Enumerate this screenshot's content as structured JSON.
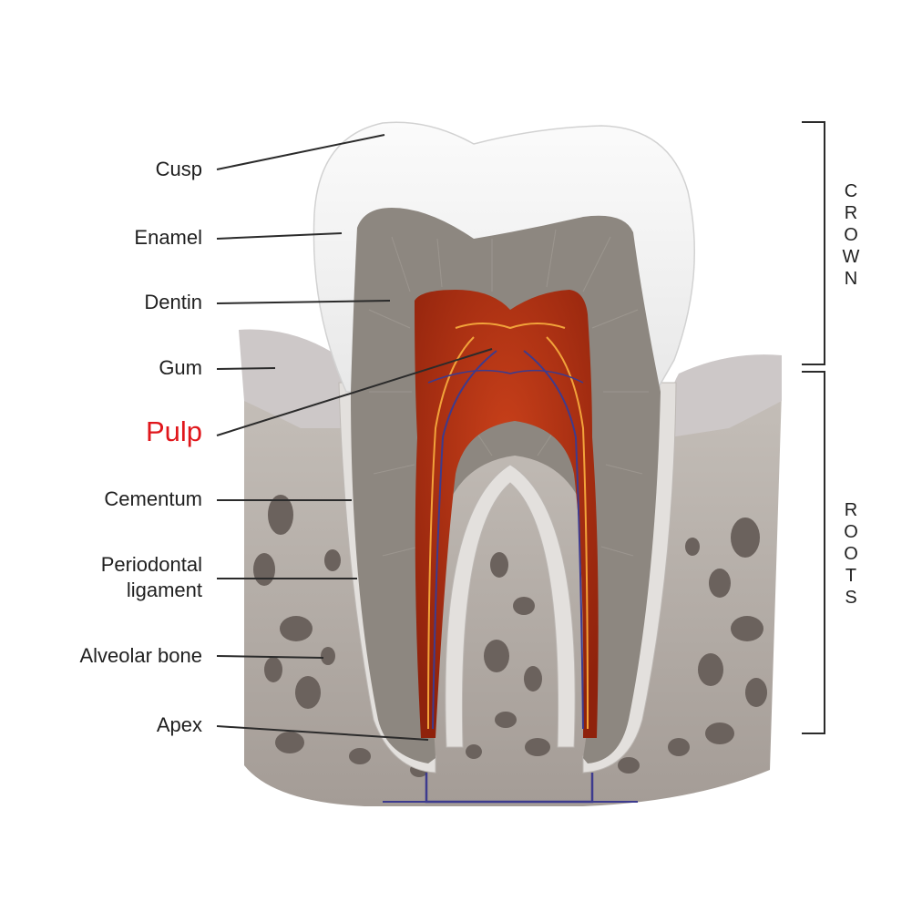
{
  "labels": {
    "cusp": "Cusp",
    "enamel": "Enamel",
    "dentin": "Dentin",
    "gum": "Gum",
    "pulp": "Pulp",
    "cementum": "Cementum",
    "periodontal_1": "Periodontal",
    "periodontal_2": "ligament",
    "alveolar_bone": "Alveolar bone",
    "apex": "Apex"
  },
  "regions": {
    "crown": "CROWN",
    "roots": "ROOTS"
  },
  "colors": {
    "highlight": "#e0161b",
    "label_text": "#1f1f1f",
    "enamel": "#f4f4f4",
    "dentin": "#8d8780",
    "pulp": "#b5300f",
    "gum": "#c9c4c4",
    "bone": "#b7b0aa",
    "bone_holes": "#6b625d"
  }
}
